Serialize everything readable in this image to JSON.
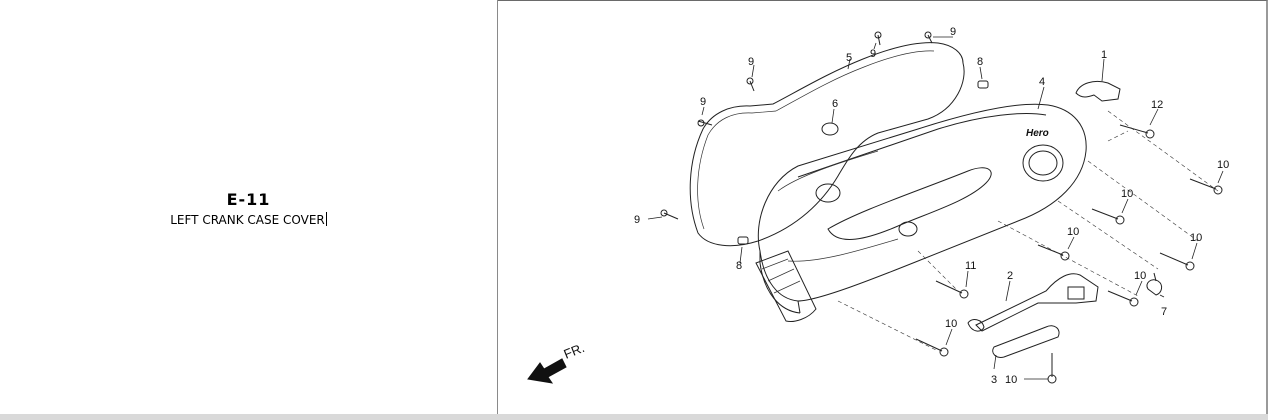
{
  "section": {
    "code": "E-11",
    "title": "LEFT CRANK CASE COVER"
  },
  "diagram": {
    "brand_text": "Hero",
    "direction_label": "FR.",
    "callouts": [
      {
        "id": "c9a",
        "text": "9"
      },
      {
        "id": "c9b",
        "text": "9"
      },
      {
        "id": "c9c",
        "text": "9"
      },
      {
        "id": "c9d",
        "text": "9"
      },
      {
        "id": "c9e",
        "text": "9"
      },
      {
        "id": "c5",
        "text": "5"
      },
      {
        "id": "c6",
        "text": "6"
      },
      {
        "id": "c8a",
        "text": "8"
      },
      {
        "id": "c8b",
        "text": "8"
      },
      {
        "id": "c1",
        "text": "1"
      },
      {
        "id": "c4",
        "text": "4"
      },
      {
        "id": "c12",
        "text": "12"
      },
      {
        "id": "c10a",
        "text": "10"
      },
      {
        "id": "c10b",
        "text": "10"
      },
      {
        "id": "c10c",
        "text": "10"
      },
      {
        "id": "c10d",
        "text": "10"
      },
      {
        "id": "c10e",
        "text": "10"
      },
      {
        "id": "c10f",
        "text": "10"
      },
      {
        "id": "c10g",
        "text": "10"
      },
      {
        "id": "c11",
        "text": "11"
      },
      {
        "id": "c2",
        "text": "2"
      },
      {
        "id": "c7",
        "text": "7"
      },
      {
        "id": "c3",
        "text": "3"
      }
    ]
  }
}
